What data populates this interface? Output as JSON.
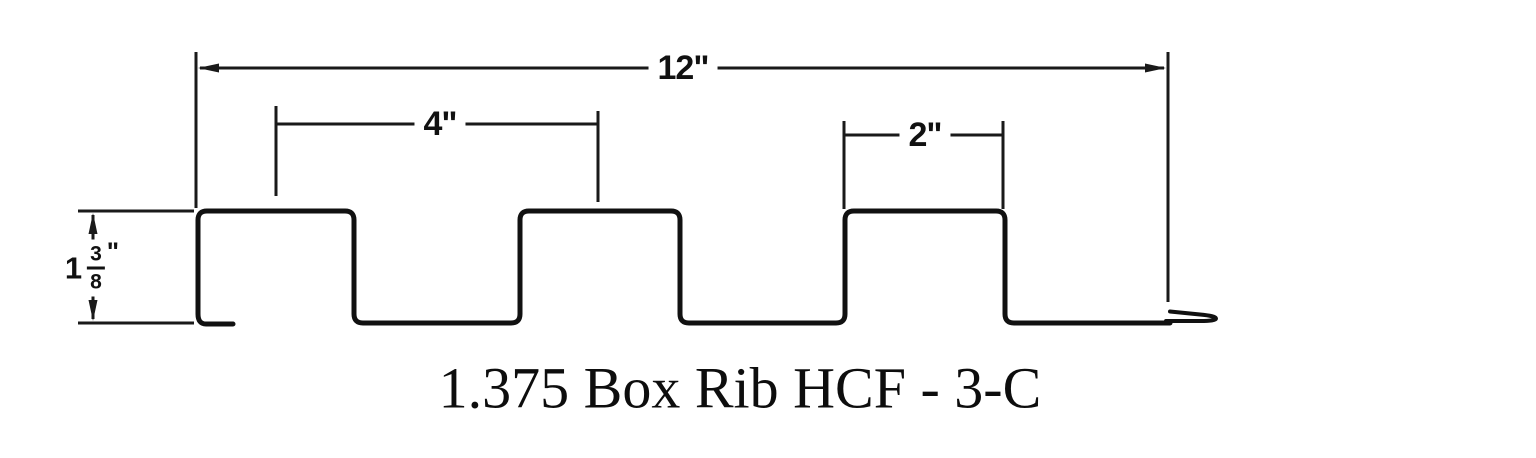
{
  "drawing": {
    "title": "1.375 Box Rib HCF - 3-C",
    "line_color": "#111111",
    "background_color": "#ffffff",
    "dimensions": {
      "overall_width": {
        "label": "12\""
      },
      "rib_spacing": {
        "label": "4\""
      },
      "rib_width": {
        "label": "2\""
      },
      "rib_height": {
        "whole": "1",
        "numerator": "3",
        "denominator": "8",
        "unit": "\""
      }
    }
  }
}
